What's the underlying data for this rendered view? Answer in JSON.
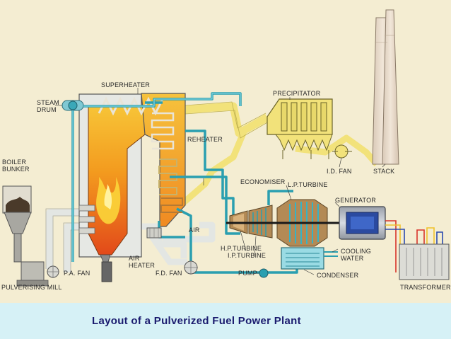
{
  "caption": "Layout of a Pulverized Fuel Power Plant",
  "labels": {
    "superheater": "SUPERHEATER",
    "steam_drum": "STEAM\nDRUM",
    "boiler_bunker": "BOILER\nBUNKER",
    "reheater": "REHEATER",
    "precipitator": "PRECIPITATOR",
    "id_fan": "I.D. FAN",
    "stack": "STACK",
    "economiser": "ECONOMISER",
    "lp_turbine": "L.P.TURBINE",
    "generator": "GENERATOR",
    "air": "AIR",
    "air_heater": "AIR\nHEATER",
    "hp_turbine": "H.P.TURBINE",
    "ip_turbine": "I.P.TURBINE",
    "cooling_water": "COOLING\nWATER",
    "pa_fan": "P.A. FAN",
    "fd_fan": "F.D. FAN",
    "pump": "PUMP",
    "condenser": "CONDENSER",
    "pulverising_mill": "PULVERISING MILL",
    "transformer": "TRANSFORMER"
  },
  "colors": {
    "background": "#f4edd2",
    "caption_bar": "#d6f1f6",
    "caption_text": "#1a1a6e",
    "steam_pipe": "#2a9fb0",
    "flue_gas_duct": "#f2e27a",
    "fire": "#f06a1a",
    "stack": "#e9dccd"
  }
}
